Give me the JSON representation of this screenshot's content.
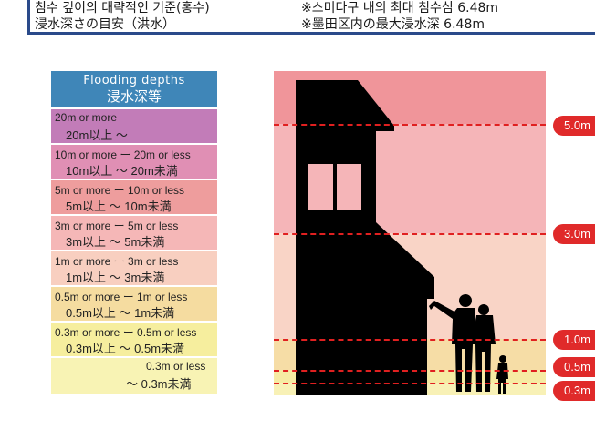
{
  "header": {
    "line_ko": "침수 깊이의 대략적인 기준(홍수)",
    "line_ja": "浸水深さの目安（洪水）",
    "note_ko": "※스미다구 내의 최대 침수심 6.48m",
    "note_ja": "※墨田区内の最大浸水深 6.48m"
  },
  "legend": {
    "title_en": "Flooding depths",
    "title_ja": "浸水深等",
    "rows": [
      {
        "en": "20m or more",
        "ja": "20m以上 〜",
        "color": "#c27cb8"
      },
      {
        "en": "10m or more  ー  20m or less",
        "ja": "10m以上 〜 20m未満",
        "color": "#e08fb4"
      },
      {
        "en": "5m or more  ー  10m or less",
        "ja": "5m以上 〜 10m未満",
        "color": "#ee9d9d"
      },
      {
        "en": "3m or more  ー  5m or less",
        "ja": "3m以上 〜 5m未満",
        "color": "#f5b7b7"
      },
      {
        "en": "1m or more  ー  3m or less",
        "ja": "1m以上 〜 3m未満",
        "color": "#f8cfc0"
      },
      {
        "en": "0.5m or more  ー  1m or less",
        "ja": "0.5m以上 〜 1m未満",
        "color": "#f5dca0"
      },
      {
        "en": "0.3m or more  ー  0.5m or less",
        "ja": "0.3m以上 〜 0.5m未満",
        "color": "#f6ee9e"
      },
      {
        "en": "0.3m or less",
        "ja": "〜 0.3m未満",
        "color": "#f8f3b4"
      }
    ]
  },
  "scene": {
    "markers": [
      "5.0m",
      "3.0m",
      "1.0m",
      "0.5m",
      "0.3m"
    ],
    "line_color": "#e02020",
    "tag_color": "#e02a2a"
  }
}
